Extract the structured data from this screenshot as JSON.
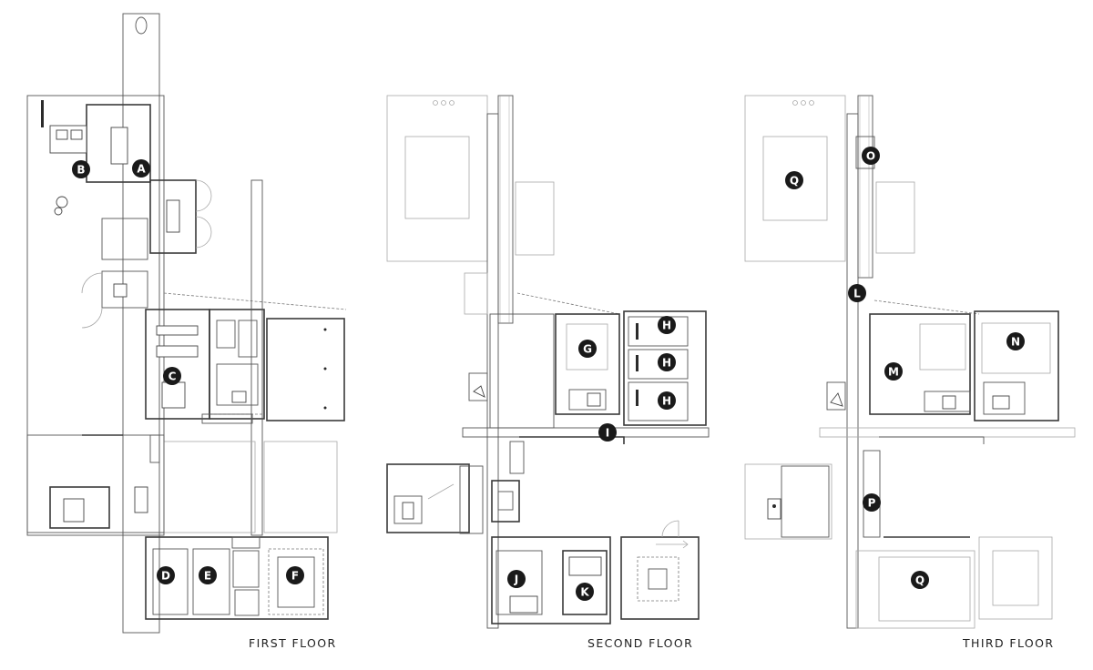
{
  "floors": [
    {
      "label": "FIRST FLOOR",
      "rooms": [
        "A",
        "B",
        "C",
        "D",
        "E",
        "F"
      ]
    },
    {
      "label": "SECOND FLOOR",
      "rooms": [
        "G",
        "H",
        "H",
        "H",
        "I",
        "J",
        "K"
      ]
    },
    {
      "label": "THIRD FLOOR",
      "rooms": [
        "O",
        "Q",
        "L",
        "M",
        "N",
        "P",
        "Q"
      ]
    }
  ]
}
